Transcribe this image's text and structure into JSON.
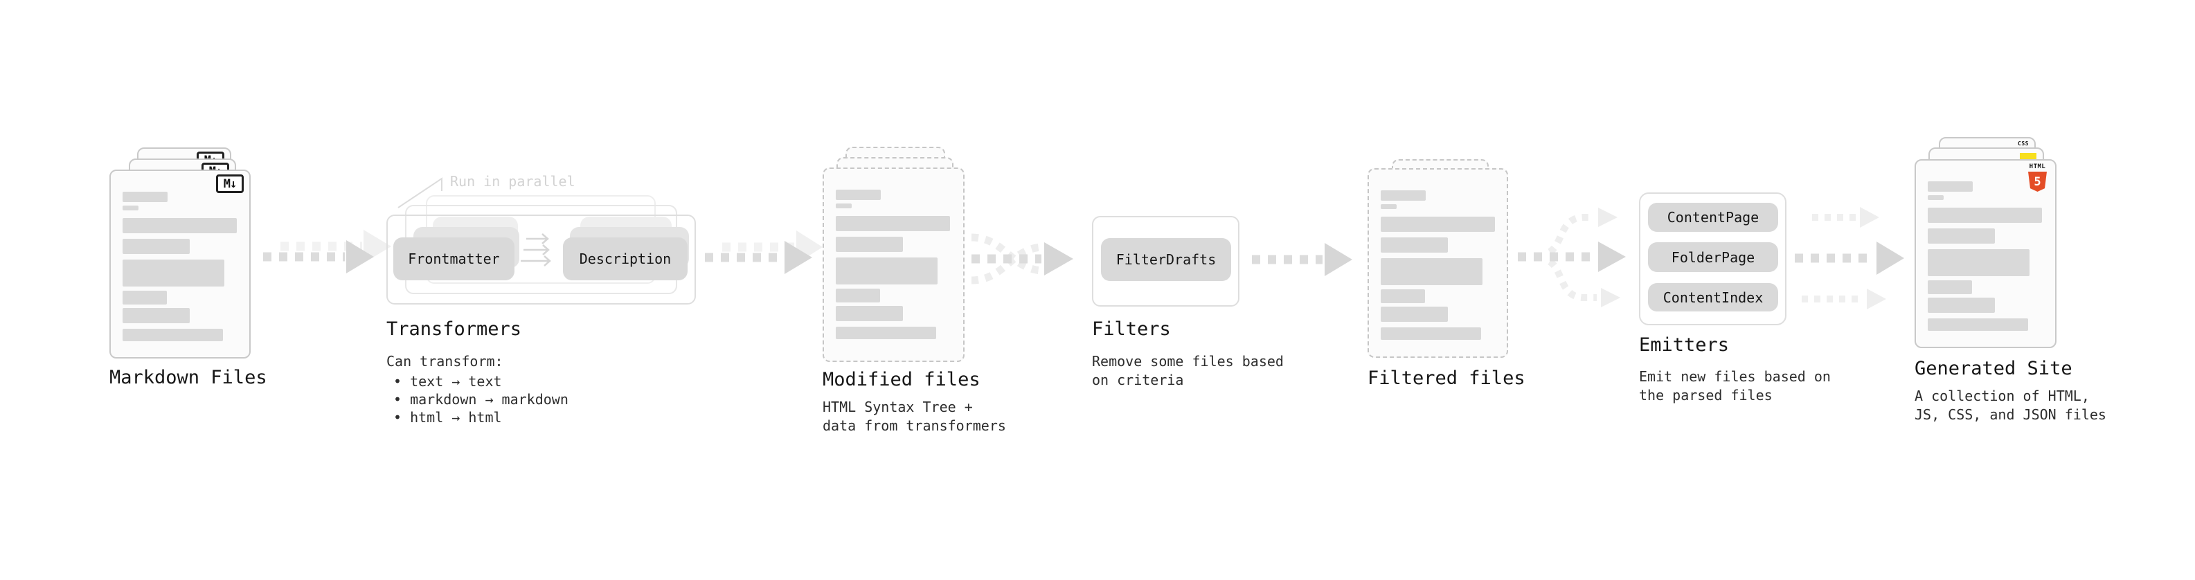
{
  "colors": {
    "html5_orange": "#e44d26",
    "js_yellow": "#f7df1e",
    "css_blue": "#2f6df6",
    "skeleton_gray": "#d9d9d9",
    "pill_gray": "#d9d9d9",
    "arrow_gray": "#dcdcdc",
    "annotation_gray": "#d2d2d2"
  },
  "stages": {
    "markdown_files": {
      "title": "Markdown Files",
      "icon_label": "M↓"
    },
    "transformers": {
      "title": "Transformers",
      "annotation": "Run in parallel",
      "pills": [
        "Frontmatter",
        "Description"
      ],
      "description_heading": "Can transform:",
      "bullets": [
        "• text → text",
        "• markdown → markdown",
        "• html → html"
      ]
    },
    "modified_files": {
      "title": "Modified files",
      "description": "HTML Syntax Tree +\ndata from transformers"
    },
    "filters": {
      "title": "Filters",
      "pills": [
        "FilterDrafts"
      ],
      "description": "Remove some files based\non criteria"
    },
    "filtered_files": {
      "title": "Filtered files"
    },
    "emitters": {
      "title": "Emitters",
      "pills": [
        "ContentPage",
        "FolderPage",
        "ContentIndex"
      ],
      "description": "Emit new files based on\nthe parsed files"
    },
    "generated_site": {
      "title": "Generated Site",
      "description": "A collection of HTML,\nJS, CSS, and JSON files",
      "badges": {
        "css": "CSS",
        "html_label": "HTML",
        "html_number": "5"
      }
    }
  }
}
